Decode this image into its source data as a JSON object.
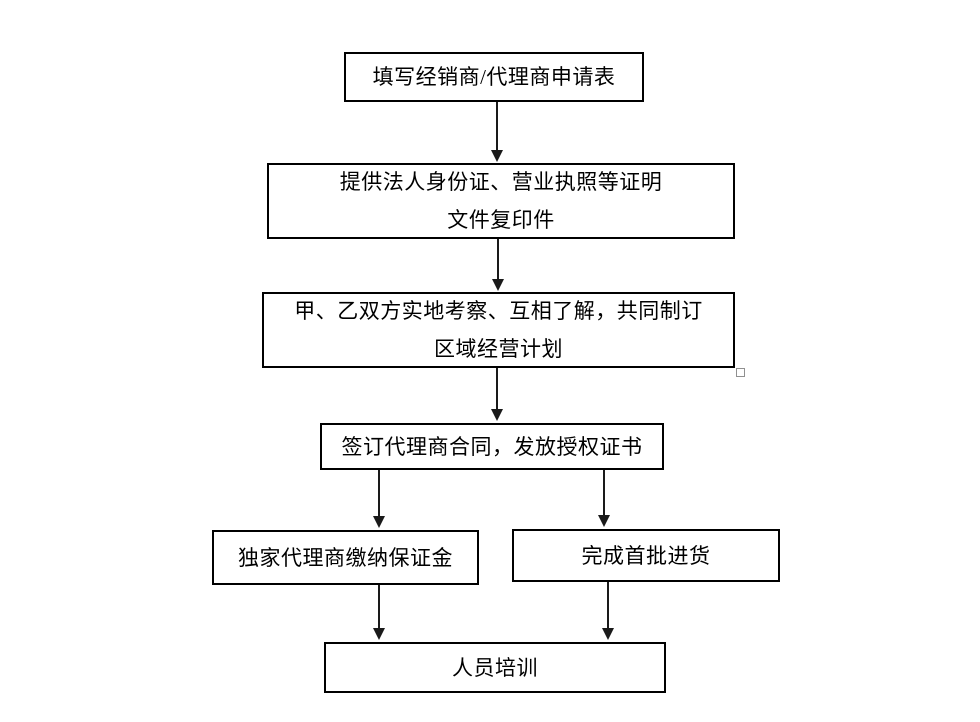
{
  "flowchart": {
    "nodes": [
      {
        "id": "application-form",
        "lines": [
          "填写经销商/代理商申请表",
          ""
        ]
      },
      {
        "id": "provide-documents",
        "lines": [
          "提供法人身份证、营业执照等证明",
          "文件复印件"
        ]
      },
      {
        "id": "site-inspection",
        "lines": [
          "甲、乙双方实地考察、互相了解，共同制订",
          "区域经营计划"
        ]
      },
      {
        "id": "sign-contract",
        "lines": [
          "签订代理商合同，发放授权证书",
          ""
        ]
      },
      {
        "id": "pay-deposit",
        "lines": [
          "独家代理商缴纳保证金",
          ""
        ]
      },
      {
        "id": "first-stock-order",
        "lines": [
          "完成首批进货",
          ""
        ]
      },
      {
        "id": "staff-training",
        "lines": [
          "人员培训",
          ""
        ]
      }
    ],
    "colors": {
      "node_border": "#000000",
      "arrow": "#1a1a1a",
      "background": "#ffffff",
      "anchor_handle_border": "#909090"
    }
  }
}
